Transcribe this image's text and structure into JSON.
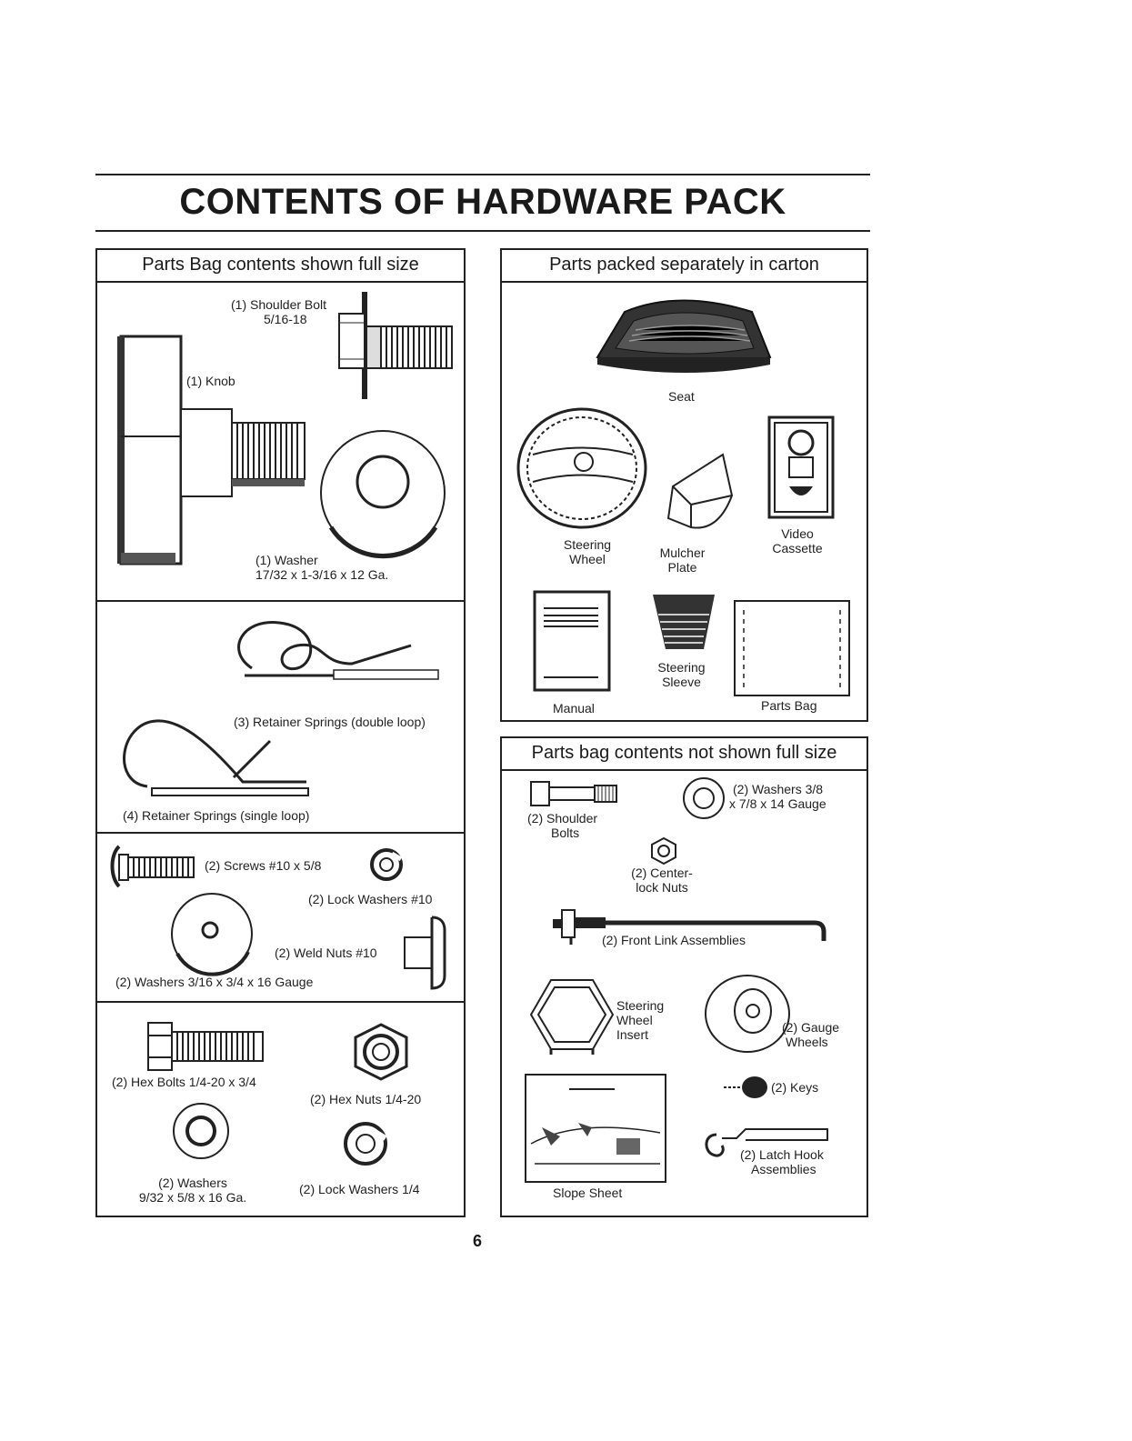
{
  "title": "CONTENTS OF HARDWARE PACK",
  "page_number": "6",
  "left_panel": {
    "header": "Parts Bag contents shown full size",
    "shoulder_bolt": [
      "(1) Shoulder Bolt",
      "5/16-18"
    ],
    "knob": "(1) Knob",
    "washer": [
      "(1) Washer",
      "17/32 x 1-3/16 x 12 Ga."
    ],
    "retainer_double": "(3) Retainer Springs (double loop)",
    "retainer_single": "(4) Retainer Springs (single loop)",
    "screws": "(2) Screws #10 x 5/8",
    "lock_washers_10": "(2) Lock Washers #10",
    "weld_nuts": "(2) Weld Nuts #10",
    "washers_316": "(2) Washers 3/16 x 3/4 x 16 Gauge",
    "hex_bolts": "(2) Hex Bolts 1/4-20 x 3/4",
    "hex_nuts": "(2) Hex Nuts 1/4-20",
    "washers_932": [
      "(2) Washers",
      "9/32 x 5/8 x 16 Ga."
    ],
    "lock_washers_14": "(2) Lock Washers 1/4"
  },
  "right_top_panel": {
    "header": "Parts packed separately in carton",
    "seat": "Seat",
    "steering_wheel": [
      "Steering",
      "Wheel"
    ],
    "mulcher_plate": [
      "Mulcher",
      "Plate"
    ],
    "video_cassette": [
      "Video",
      "Cassette"
    ],
    "manual": "Manual",
    "steering_sleeve": [
      "Steering",
      "Sleeve"
    ],
    "parts_bag": "Parts Bag"
  },
  "right_bottom_panel": {
    "header": "Parts bag contents not shown full size",
    "shoulder_bolts": [
      "(2) Shoulder",
      "Bolts"
    ],
    "washers_38": [
      "(2) Washers 3/8",
      "x 7/8 x 14 Gauge"
    ],
    "centerlock_nuts": [
      "(2) Center-",
      "lock Nuts"
    ],
    "front_link": "(2) Front Link Assemblies",
    "wheel_insert": [
      "Steering",
      "Wheel",
      "Insert"
    ],
    "gauge_wheels": [
      "(2) Gauge",
      "Wheels"
    ],
    "keys": "(2) Keys",
    "slope_sheet": "Slope Sheet",
    "latch_hook": [
      "(2) Latch Hook",
      "Assemblies"
    ]
  }
}
